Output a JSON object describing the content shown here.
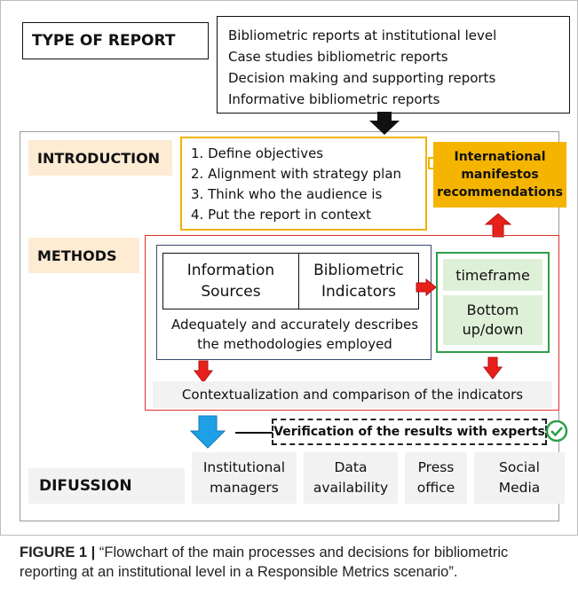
{
  "type_of_report": {
    "label": "TYPE OF REPORT",
    "items": [
      "Bibliometric reports at institutional level",
      "Case studies bibliometric reports",
      "Decision making and supporting reports",
      "Informative bibliometric reports"
    ]
  },
  "introduction": {
    "label": "INTRODUCTION",
    "steps": [
      "1. Define objectives",
      "2. Alignment with strategy plan",
      "3. Think who the audience is",
      "4. Put the report in context"
    ],
    "output": [
      "International",
      "manifestos",
      "recommendations"
    ]
  },
  "methods": {
    "label": "METHODS",
    "information_sources": [
      "Information",
      "Sources"
    ],
    "bibliometric_indicators": [
      "Bibliometric",
      "Indicators"
    ],
    "description": [
      "Adequately and accurately describes",
      "the methodologies employed"
    ],
    "timeframe": "timeframe",
    "bottom_up_down": [
      "Bottom",
      "up/down"
    ],
    "contextualization": "Contextualization and comparison of the indicators"
  },
  "verification": "Verification of the results with experts",
  "difussion": {
    "label": "DIFUSSION",
    "channels": [
      [
        "Institutional",
        "managers"
      ],
      [
        "Data",
        "availability"
      ],
      [
        "Press",
        "office"
      ],
      [
        "Social",
        "Media"
      ]
    ]
  },
  "caption": {
    "figure_label": "FIGURE 1 |",
    "text": "“Flowchart of the main processes and decisions for bibliometric reporting at an institutional level in a Responsible Metrics scenario”."
  },
  "colors": {
    "heading_bg": "#fdebd3",
    "manifesto_bg": "#f5b400",
    "methods_border": "#e0302c",
    "green_border": "#2e9e4a",
    "green_fill": "#dff0d8",
    "arrow_red": "#e8201c",
    "arrow_blue": "#1ea0e6",
    "check_green": "#2e9e4a"
  }
}
